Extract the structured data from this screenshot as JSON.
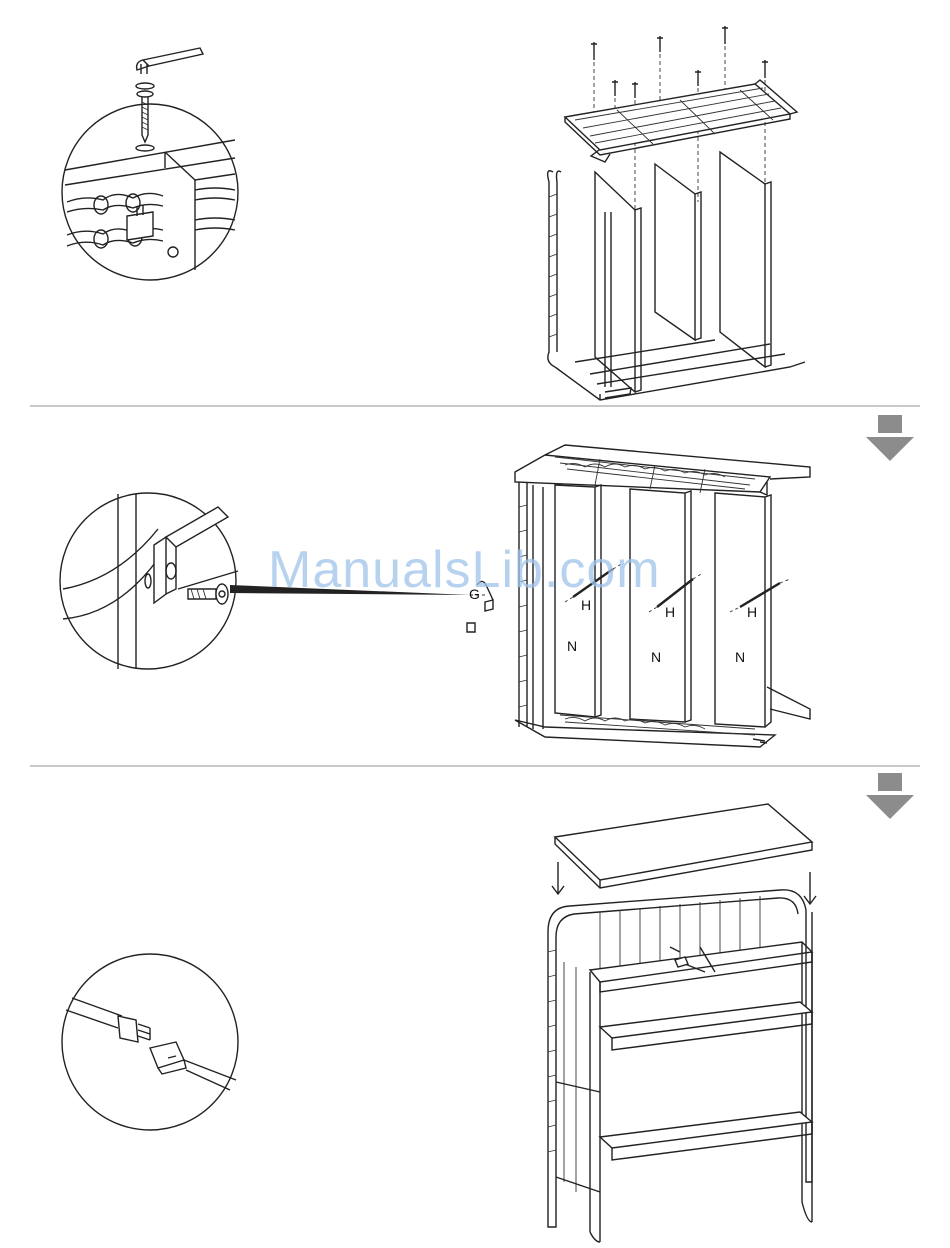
{
  "watermark": "ManualsLib.com",
  "steps": [
    {
      "id": "step-attach-top-frame",
      "labels": []
    },
    {
      "id": "step-attach-rods",
      "labels": {
        "hardware_left": "G",
        "rods": [
          {
            "top": "H",
            "bottom": "N"
          },
          {
            "top": "H",
            "bottom": "N"
          },
          {
            "top": "H",
            "bottom": "N"
          }
        ]
      }
    },
    {
      "id": "step-pad-and-strap",
      "labels": []
    }
  ],
  "colors": {
    "line": "#222222",
    "divider": "#c8c8c8",
    "arrow": "#8c8c8c",
    "watermark": "#9fc3ea"
  },
  "icons": [
    "allen-key-icon",
    "next-step-arrow-icon",
    "buckle-icon"
  ]
}
